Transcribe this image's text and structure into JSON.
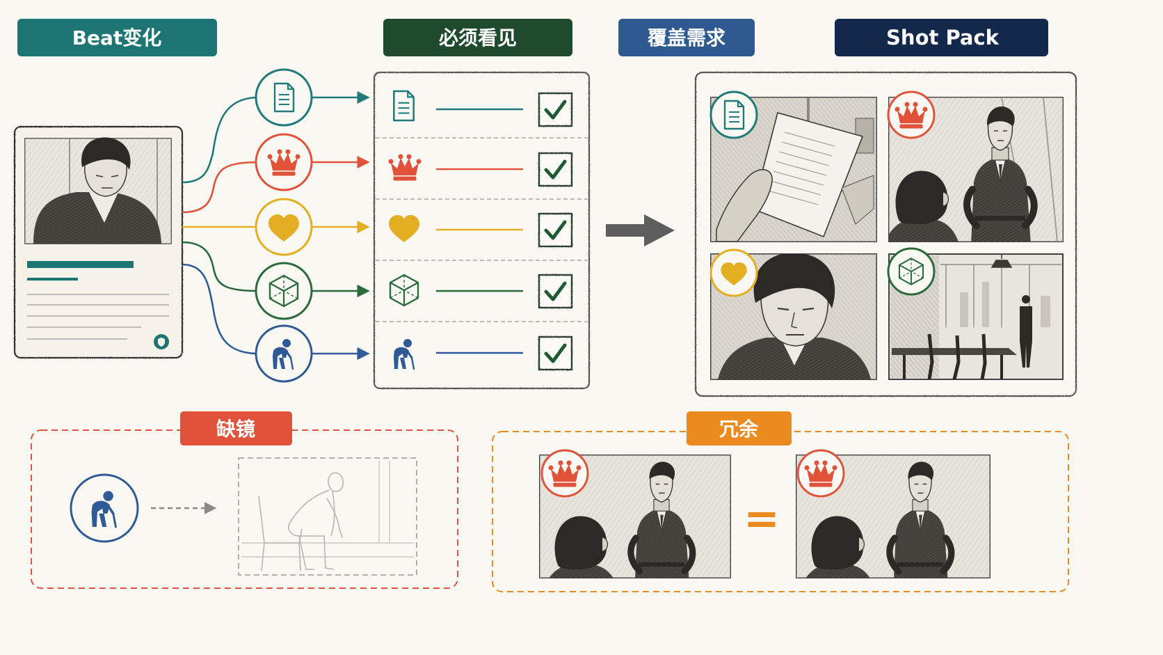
{
  "headers": {
    "beat": "Beat变化",
    "must_see": "必须看见",
    "coverage": "覆盖需求",
    "shot_pack": "Shot Pack"
  },
  "sections": {
    "missing": "缺镜",
    "redundant": "冗余"
  },
  "symbols": {
    "equals": "="
  },
  "icons": [
    "document-icon",
    "crown-icon",
    "heart-icon",
    "cube-icon",
    "stooped-person-icon"
  ],
  "colors": {
    "teal": "#1f7a78",
    "red": "#e0533a",
    "yellow": "#e4ae22",
    "green": "#2a6a3c",
    "blue": "#2f5a95",
    "header_beat": "#1c7572",
    "header_must_see": "#1f4a2e",
    "header_coverage": "#2f5a8f",
    "header_shot_pack": "#13294b",
    "missing": "#e0533a",
    "redundant": "#ea8a1f"
  }
}
